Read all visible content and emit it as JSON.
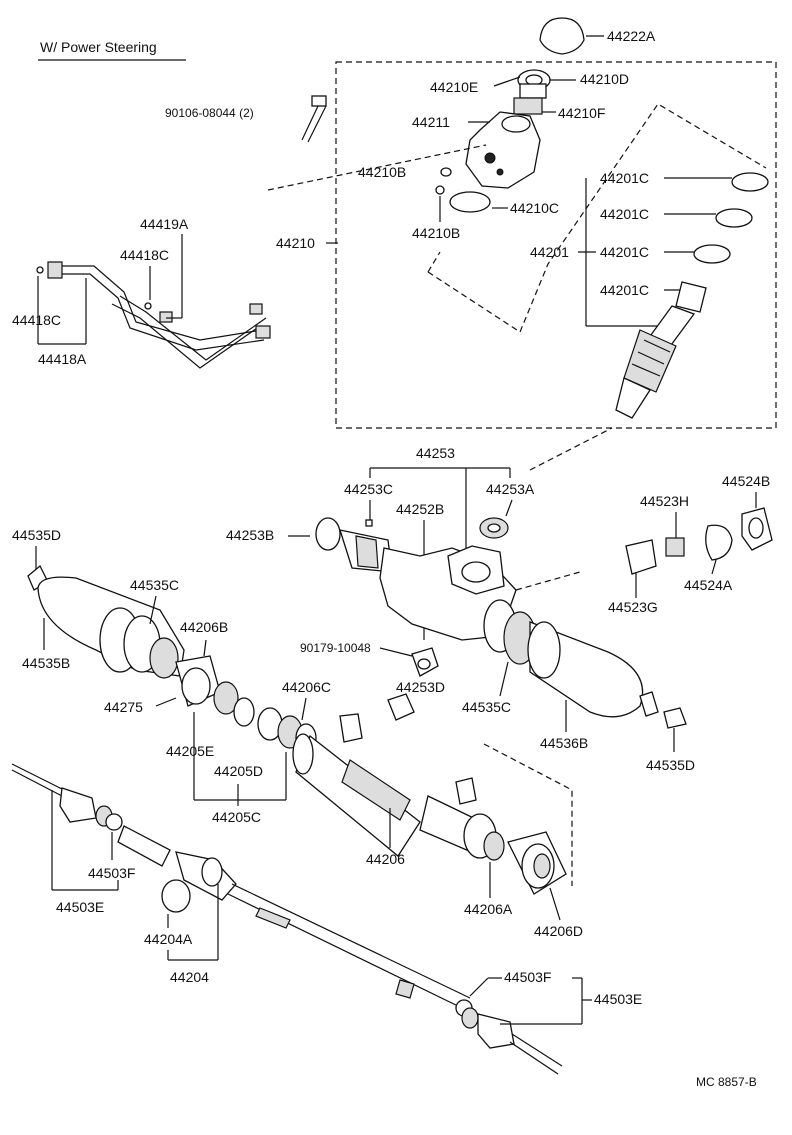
{
  "title": "W/ Power Steering",
  "code": "MC 8857-B",
  "labels": {
    "p44222A": "44222A",
    "p44210E": "44210E",
    "p44210D": "44210D",
    "p90106": "90106-08044 (2)",
    "p44211": "44211",
    "p44210F": "44210F",
    "p44210B_1": "44210B",
    "p44210C": "44210C",
    "p44210B_2": "44210B",
    "p44201C_1": "44201C",
    "p44201C_2": "44201C",
    "p44201": "44201",
    "p44201C_3": "44201C",
    "p44201C_4": "44201C",
    "p44210": "44210",
    "p44419A": "44419A",
    "p44418C_1": "44418C",
    "p44418C_2": "44418C",
    "p44418A": "44418A",
    "p44253": "44253",
    "p44253C": "44253C",
    "p44253A": "44253A",
    "p44252B": "44252B",
    "p44253B": "44253B",
    "p44523H": "44523H",
    "p44524B": "44524B",
    "p44524A": "44524A",
    "p44523G": "44523G",
    "p44535D_1": "44535D",
    "p44535C_1": "44535C",
    "p44535B": "44535B",
    "p44206B": "44206B",
    "p44275": "44275",
    "p90179": "90179-10048",
    "p44206C": "44206C",
    "p44535C_2": "44535C",
    "p44536B": "44536B",
    "p44535D_2": "44535D",
    "p44253D": "44253D",
    "p44205E": "44205E",
    "p44205D": "44205D",
    "p44205C": "44205C",
    "p44206": "44206",
    "p44503F_1": "44503F",
    "p44503E_1": "44503E",
    "p44204A": "44204A",
    "p44204": "44204",
    "p44206A": "44206A",
    "p44206D": "44206D",
    "p44503F_2": "44503F",
    "p44503E_2": "44503E"
  }
}
